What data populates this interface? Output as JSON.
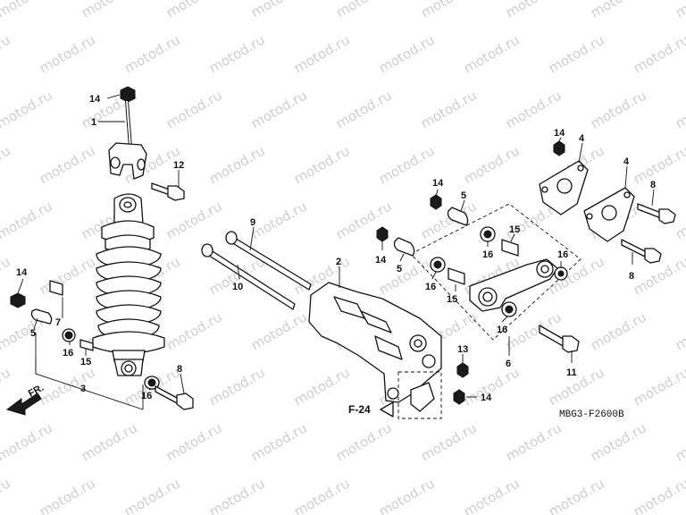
{
  "watermark_text": "motod.ru",
  "diagram_code": "MBG3-F2600B",
  "front_arrow_label": "FR.",
  "ref_label": "F-24",
  "callouts": {
    "c1": "1",
    "c2": "2",
    "c3": "3",
    "c4a": "4",
    "c4b": "4",
    "c5a": "5",
    "c5b": "5",
    "c5c": "5",
    "c6": "6",
    "c7": "7",
    "c8a": "8",
    "c8b": "8",
    "c8c": "8",
    "c9": "9",
    "c10": "10",
    "c11": "11",
    "c12": "12",
    "c13": "13",
    "c14a": "14",
    "c14b": "14",
    "c14c": "14",
    "c14d": "14",
    "c14e": "14",
    "c14f": "14",
    "c15a": "15",
    "c15b": "15",
    "c15c": "15",
    "c16a": "16",
    "c16b": "16",
    "c16c": "16",
    "c16d": "16",
    "c16e": "16",
    "c16f": "16"
  }
}
